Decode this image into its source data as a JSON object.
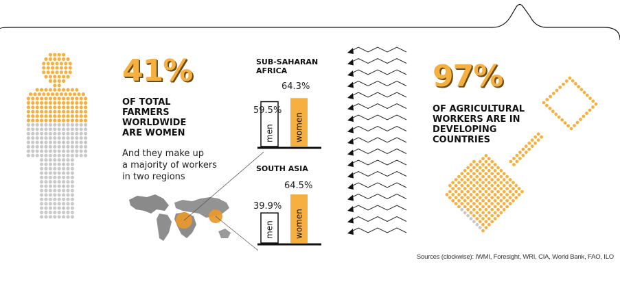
{
  "colors": {
    "accent": "#f6b03f",
    "gray": "#c9c9c9",
    "dark": "#111111"
  },
  "stat1": {
    "percent": "41%",
    "headline": [
      "OF TOTAL",
      "FARMERS",
      "WORLDWIDE",
      "ARE WOMEN"
    ],
    "body": [
      "And they make up",
      "a majority of workers",
      "in two regions"
    ]
  },
  "stat2": {
    "percent": "97%",
    "headline": [
      "OF AGRICULTURAL",
      "WORKERS ARE IN",
      "DEVELOPING",
      "COUNTRIES"
    ]
  },
  "figure_fill_fraction": 0.41,
  "shovel_fill_fraction": 0.97,
  "chart_data": [
    {
      "type": "bar",
      "title": "SUB-SAHARAN AFRICA",
      "categories": [
        "men",
        "women"
      ],
      "values": [
        59.5,
        64.3
      ],
      "labels": [
        "59.5%",
        "64.3%"
      ],
      "ylim": [
        0,
        100
      ]
    },
    {
      "type": "bar",
      "title": "SOUTH ASIA",
      "categories": [
        "men",
        "women"
      ],
      "values": [
        39.9,
        64.5
      ],
      "labels": [
        "39.9%",
        "64.5%"
      ],
      "ylim": [
        0,
        100
      ]
    }
  ],
  "sources": "Sources (clockwise): IWMI, Foresight, WRI, CIA, World Bank, FAO, ILO"
}
